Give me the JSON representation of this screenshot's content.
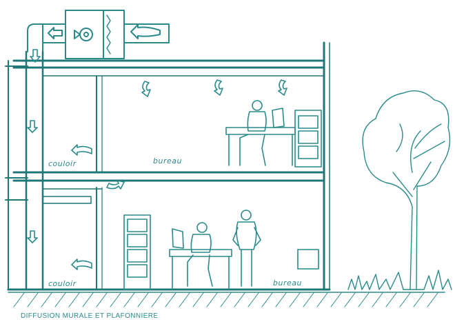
{
  "labels": {
    "corridor_upper": "couloir",
    "office_upper": "bureau",
    "corridor_lower": "couloir",
    "office_lower": "bureau"
  },
  "caption": "DIFFUSION MURALE ET PLAFONNIERE",
  "colors": {
    "line": "#2a8a8a",
    "line_dark": "#1f7777"
  }
}
